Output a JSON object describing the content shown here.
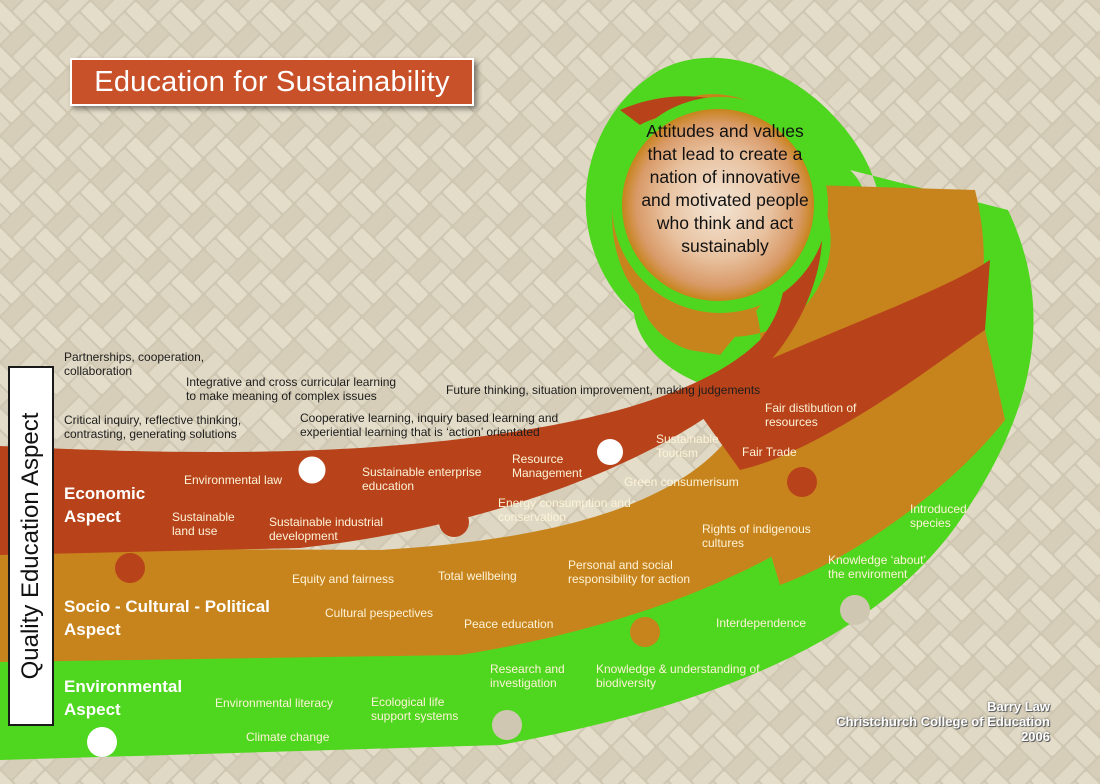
{
  "title": "Education for Sustainability",
  "side_label": "Quality Education Aspect",
  "center_statement": "Attitudes and values that lead to create a nation of innovative and motivated people who think and act sustainably",
  "aspects": {
    "economic": "Economic Aspect",
    "socio": "Socio - Cultural - Political Aspect",
    "environmental": "Environmental Aspect"
  },
  "quality_items": [
    "Partnerships, cooperation, collaboration",
    "Integrative and cross curricular learning to make meaning of complex issues",
    "Critical inquiry, reflective thinking, contrasting, generating solutions",
    "Cooperative learning, inquiry based learning and experiential learning that is ‘action’ orientated",
    "Future thinking, situation improvement, making judgements"
  ],
  "economic_items": [
    "Environmental law",
    "Sustainable enterprise education",
    "Resource Management",
    "Sustainable Tourism",
    "Fair distibution of resources",
    "Fair Trade",
    "Green consumerisum",
    "Energy consumption and conservation",
    "Sustainable land use",
    "Sustainable industrial development"
  ],
  "socio_items": [
    "Rights of indigenous cultures",
    "Equity and fairness",
    "Total wellbeing",
    "Personal and social responsibility for action",
    "Cultural pespectives",
    "Peace education",
    "Interdependence"
  ],
  "environmental_items": [
    "Introduced species",
    "Knowledge ‘about’ the enviroment",
    "Research and investigation",
    "Knowledge & understanding of biodiversity",
    "Environmental literacy",
    "Ecological life support systems",
    "Climate change"
  ],
  "credit": {
    "author": "Barry Law",
    "institution": "Christchurch College of Education",
    "year": "2006"
  },
  "colors": {
    "green": "#4fd61e",
    "amber": "#c8841c",
    "rust": "#b8431a",
    "title_bg": "#c8512a",
    "weave_light": "#d9d2bf",
    "weave_dark": "#a89f88"
  }
}
